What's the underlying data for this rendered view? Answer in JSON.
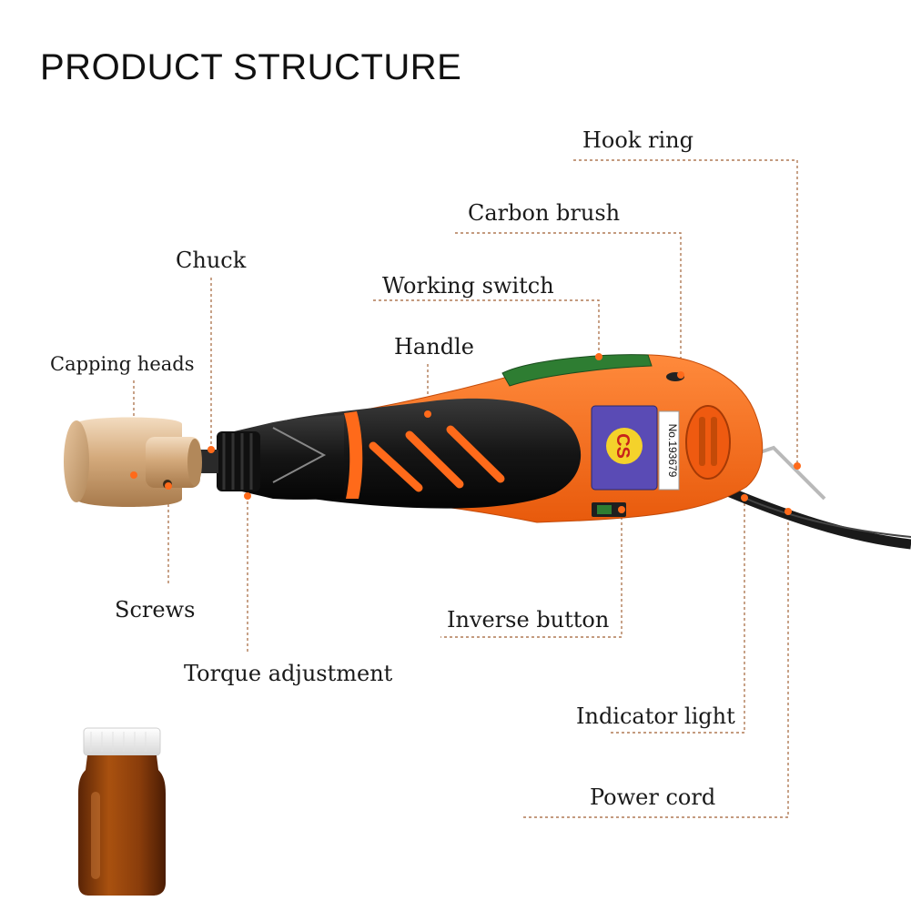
{
  "title": "PRODUCT STRUCTURE",
  "labels": {
    "hook_ring": "Hook ring",
    "carbon_brush": "Carbon brush",
    "chuck": "Chuck",
    "working_switch": "Working switch",
    "handle": "Handle",
    "capping_heads": "Capping heads",
    "screws": "Screws",
    "inverse_button": "Inverse button",
    "torque_adjustment": "Torque adjustment",
    "indicator_light": "Indicator light",
    "power_cord": "Power cord"
  },
  "tool": {
    "serial_text": "No.193679",
    "brand_text": "CS"
  },
  "colors": {
    "body": "#ff6a1a",
    "grip": "#1e1e1e",
    "switch": "#2e7d32",
    "capping_head": "#d9b48a",
    "bottle": "#8a3d0b",
    "leader": "#b07a55"
  }
}
